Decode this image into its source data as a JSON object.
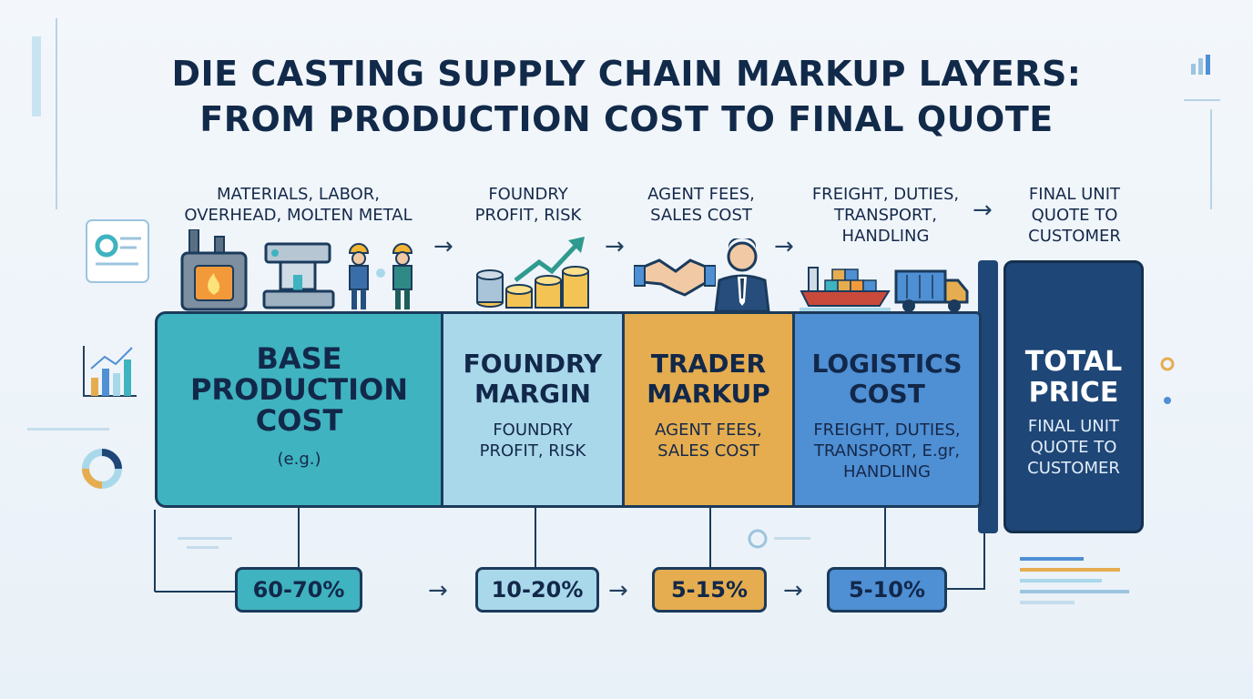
{
  "title": {
    "line1": "DIE CASTING SUPPLY CHAIN MARKUP LAYERS:",
    "line2": "FROM PRODUCTION COST TO FINAL QUOTE"
  },
  "top_captions": [
    "MATERIALS, LABOR,\nOVERHEAD, MOLTEN METAL",
    "FOUNDRY\nPROFIT, RISK",
    "AGENT FEES,\nSALES COST",
    "FREIGHT, DUTIES,\nTRANSPORT,\nHANDLING",
    "FINAL UNIT\nQUOTE TO\nCUSTOMER"
  ],
  "layers": [
    {
      "name": "BASE\nPRODUCTION\nCOST",
      "desc": "(e.g.)",
      "percent": "60-70%",
      "color": "#3fb3bf"
    },
    {
      "name": "FOUNDRY\nMARGIN",
      "desc": "FOUNDRY\nPROFIT, RISK",
      "percent": "10-20%",
      "color": "#a9d8ea"
    },
    {
      "name": "TRADER\nMARKUP",
      "desc": "AGENT FEES,\nSALES COST",
      "percent": "5-15%",
      "color": "#e5ad4f"
    },
    {
      "name": "LOGISTICS\nCOST",
      "desc": "FREIGHT, DUTIES,\nTRANSPORT, E.gr,\nHANDLING",
      "percent": "5-10%",
      "color": "#4f8fd4"
    }
  ],
  "total": {
    "name": "TOTAL\nPRICE",
    "desc": "FINAL UNIT\nQUOTE TO\nCUSTOMER",
    "color": "#1e4677"
  },
  "icons": {
    "furnace": "furnace-icon",
    "machine": "die-casting-machine-icon",
    "workers": "workers-icon",
    "coins": "coins-growth-icon",
    "handshake": "handshake-icon",
    "agent": "agent-icon",
    "ship": "cargo-ship-icon",
    "truck": "truck-icon"
  }
}
